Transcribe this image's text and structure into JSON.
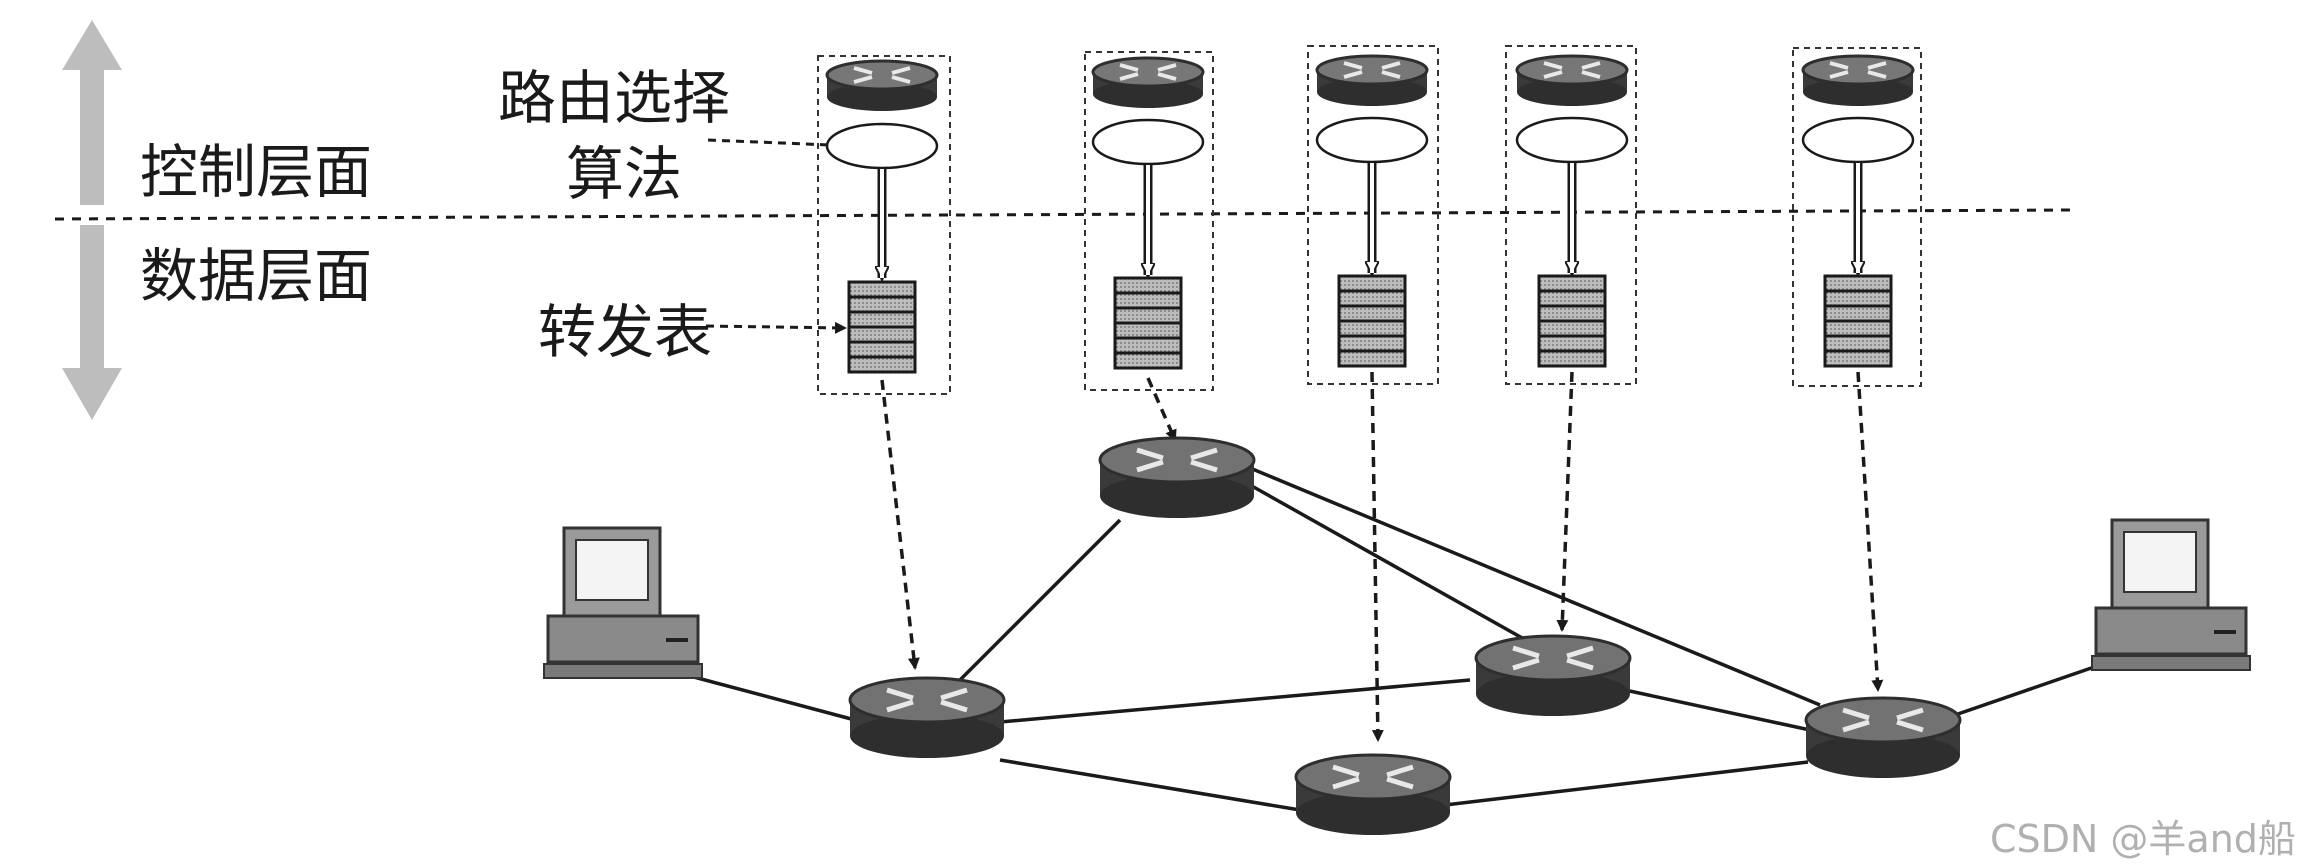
{
  "labels": {
    "control_plane": "控制层面",
    "data_plane": "数据层面",
    "routing_algorithm_line1": "路由选择",
    "routing_algorithm_line2": "算法",
    "forwarding_table": "转发表"
  },
  "watermark": "CSDN @羊and船",
  "colors": {
    "ink": "#1a1a1a",
    "router_top": "#6f6f6f",
    "router_side": "#3a3a3a",
    "arrow_gray": "#bdbdbd",
    "table_fill": "#9e9e9e"
  },
  "icons": {
    "router": "router-icon",
    "computer": "computer-icon",
    "forwarding_table": "table-icon",
    "routing_algorithm": "ellipse-icon"
  }
}
